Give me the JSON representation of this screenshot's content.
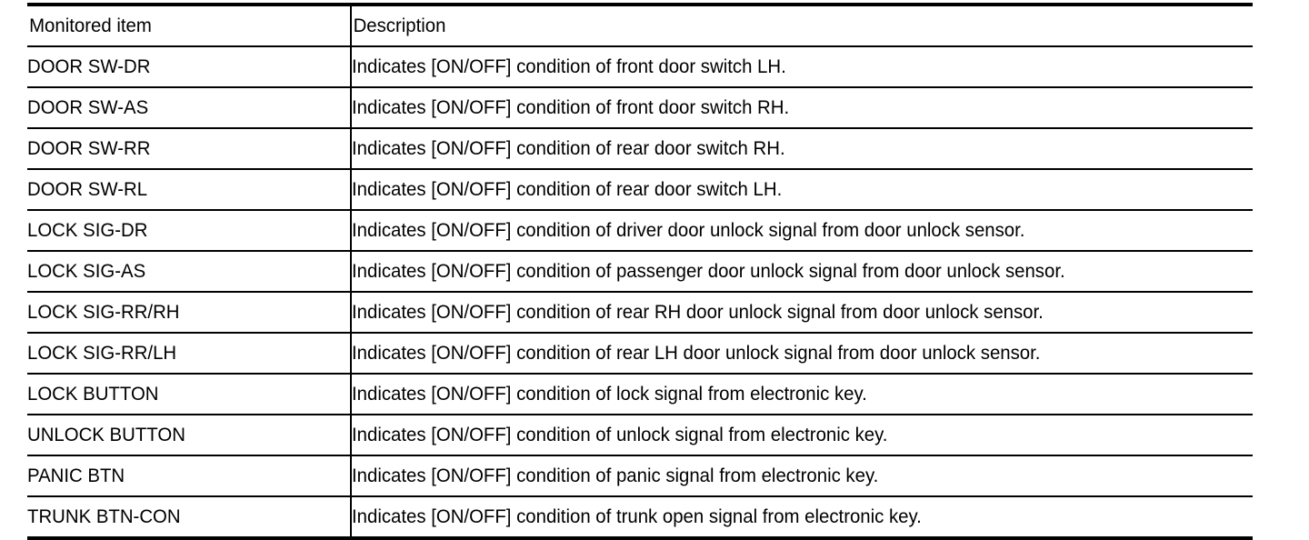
{
  "table": {
    "headers": {
      "monitored_item": "Monitored item",
      "description": "Description"
    },
    "rows": [
      {
        "item": "DOOR SW-DR",
        "description": "Indicates [ON/OFF] condition of front door switch LH."
      },
      {
        "item": "DOOR SW-AS",
        "description": "Indicates [ON/OFF] condition of front door switch RH."
      },
      {
        "item": "DOOR SW-RR",
        "description": "Indicates [ON/OFF] condition of rear door switch RH."
      },
      {
        "item": "DOOR SW-RL",
        "description": "Indicates [ON/OFF] condition of rear door switch LH."
      },
      {
        "item": "LOCK SIG-DR",
        "description": "Indicates [ON/OFF] condition of driver door unlock signal from door unlock sensor."
      },
      {
        "item": "LOCK SIG-AS",
        "description": "Indicates [ON/OFF] condition of passenger door unlock signal from door unlock sensor."
      },
      {
        "item": "LOCK SIG-RR/RH",
        "description": "Indicates [ON/OFF] condition of rear RH door unlock signal from door unlock sensor."
      },
      {
        "item": "LOCK SIG-RR/LH",
        "description": "Indicates [ON/OFF] condition of rear LH door unlock signal from door unlock sensor."
      },
      {
        "item": "LOCK BUTTON",
        "description": "Indicates [ON/OFF] condition of lock signal from electronic key."
      },
      {
        "item": "UNLOCK BUTTON",
        "description": "Indicates [ON/OFF] condition of unlock signal from electronic key."
      },
      {
        "item": "PANIC BTN",
        "description": "Indicates [ON/OFF] condition of panic signal from electronic key."
      },
      {
        "item": "TRUNK BTN-CON",
        "description": "Indicates [ON/OFF] condition of trunk open signal from electronic key."
      }
    ]
  },
  "colors": {
    "rule": "#000000",
    "text": "#000000",
    "background": "#ffffff"
  }
}
